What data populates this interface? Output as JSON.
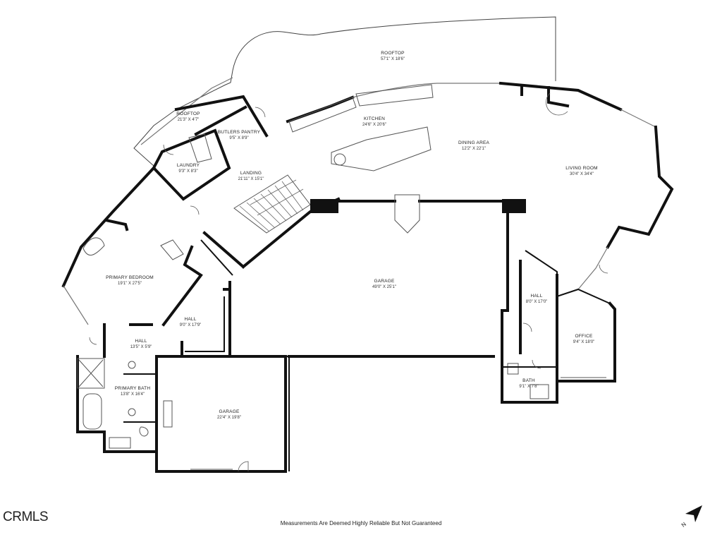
{
  "rooms": [
    {
      "name": "ROOFTOP",
      "dims": "57'1\" X 18'6\""
    },
    {
      "name": "ROOFTOP",
      "dims": "21'3\" X 4'7\""
    },
    {
      "name": "BUTLERS PANTRY",
      "dims": "9'5\" X 8'9\""
    },
    {
      "name": "KITCHEN",
      "dims": "24'6\" X 20'6\""
    },
    {
      "name": "DINING AREA",
      "dims": "12'2\" X 22'1\""
    },
    {
      "name": "LIVING ROOM",
      "dims": "30'4\" X 34'4\""
    },
    {
      "name": "LAUNDRY",
      "dims": "9'3\" X 8'3\""
    },
    {
      "name": "LANDING",
      "dims": "21'11\" X 15'1\""
    },
    {
      "name": "PRIMARY BEDROOM",
      "dims": "19'1\" X 27'5\""
    },
    {
      "name": "GARAGE",
      "dims": "49'0\" X 25'1\""
    },
    {
      "name": "HALL",
      "dims": "8'0\" X 17'0\""
    },
    {
      "name": "HALL",
      "dims": "9'0\" X 17'9\""
    },
    {
      "name": "OFFICE",
      "dims": "9'4\" X 18'0\""
    },
    {
      "name": "HALL",
      "dims": "13'5\" X 5'9\""
    },
    {
      "name": "PRIMARY BATH",
      "dims": "13'8\" X 16'4\""
    },
    {
      "name": "BATH",
      "dims": "9'1\" X 7'8\""
    },
    {
      "name": "GARAGE",
      "dims": "22'4\" X 19'8\""
    }
  ],
  "footer": {
    "disclaimer": "Measurements Are Deemed Highly Reliable But Not Guaranteed",
    "brand": "CRMLS"
  },
  "compass": {
    "label": "N",
    "icon": "north-arrow-icon"
  },
  "colors": {
    "wall": "#111111",
    "background": "#ffffff",
    "text": "#222222"
  }
}
